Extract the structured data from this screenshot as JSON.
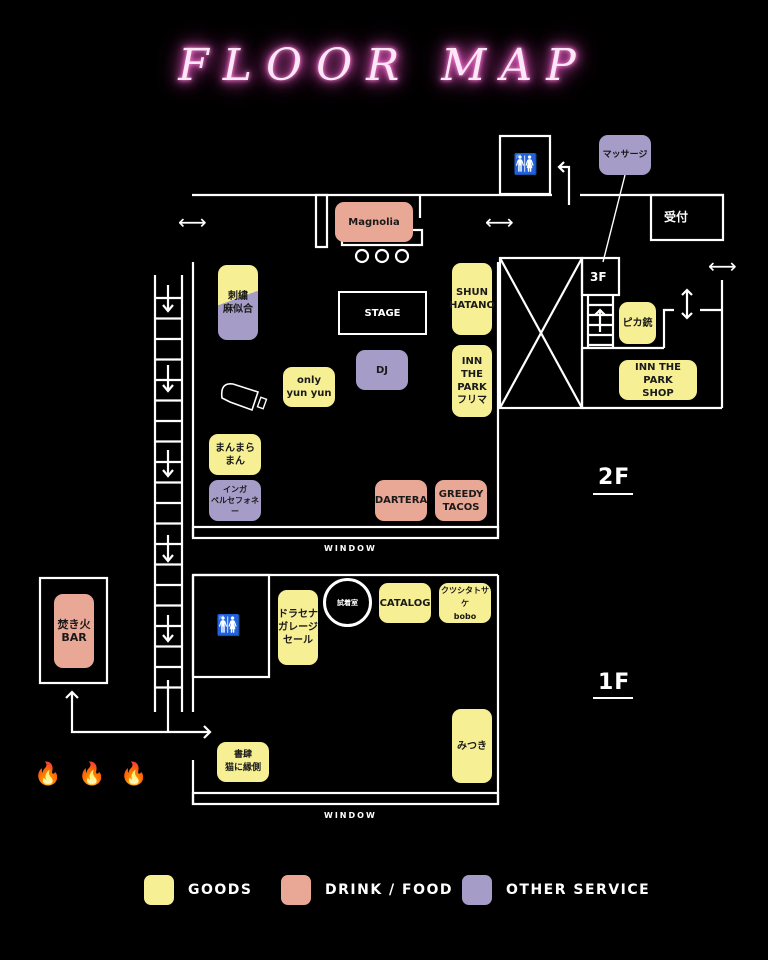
{
  "title": "FLOOR MAP",
  "floors": {
    "f2": "2F",
    "f1": "1F",
    "f3": "3F"
  },
  "labels": {
    "window_2f": "WINDOW",
    "window_1f": "WINDOW",
    "stage": "STAGE",
    "fitting_room": "試着室",
    "reception": "受付"
  },
  "booths_2f": [
    {
      "id": "magnolia",
      "name": "Magnolia",
      "category": "drink_food"
    },
    {
      "id": "shishu",
      "name": "刺繍\n麻似合",
      "category": "goods_and_other_service"
    },
    {
      "id": "shun",
      "name": "SHUN\nHATANO",
      "category": "goods"
    },
    {
      "id": "innpark_flea",
      "name": "INN\nTHE\nPARK\nフリマ",
      "category": "goods"
    },
    {
      "id": "dj",
      "name": "DJ",
      "category": "other_service"
    },
    {
      "id": "only",
      "name": "only\nyun yun",
      "category": "goods"
    },
    {
      "id": "manmara",
      "name": "まんまら\nまん",
      "category": "goods"
    },
    {
      "id": "inga",
      "name": "インガ\nペルセフォネー",
      "category": "other_service"
    },
    {
      "id": "dartera",
      "name": "DARTERA",
      "category": "drink_food"
    },
    {
      "id": "greedy",
      "name": "GREEDY\nTACOS",
      "category": "drink_food"
    },
    {
      "id": "massage",
      "name": "マッサージ",
      "category": "other_service"
    },
    {
      "id": "pika",
      "name": "ピカ銃",
      "category": "goods"
    },
    {
      "id": "innshop",
      "name": "INN THE PARK\nSHOP",
      "category": "goods"
    }
  ],
  "booths_1f": [
    {
      "id": "dorasena",
      "name": "ドラセナ\nガレージ\nセール",
      "category": "goods"
    },
    {
      "id": "catalog",
      "name": "CATALOG",
      "category": "goods"
    },
    {
      "id": "kutsushita",
      "name": "クツシタトサケ\nbobo",
      "category": "goods"
    },
    {
      "id": "mitsuki",
      "name": "みつき",
      "category": "goods"
    },
    {
      "id": "shoshi",
      "name": "書肆\n猫に縁側",
      "category": "goods"
    },
    {
      "id": "takibi",
      "name": "焚き火\nBAR",
      "category": "drink_food"
    }
  ],
  "legend": [
    {
      "label": "GOODS",
      "color": "#f7ef93"
    },
    {
      "label": "DRINK / FOOD",
      "color": "#e9a795"
    },
    {
      "label": "OTHER SERVICE",
      "color": "#a69cc8"
    }
  ],
  "icons": [
    "restroom-icon",
    "piano-icon",
    "campfire-icon",
    "double-arrow-icon",
    "up-arrow-icon",
    "down-arrow-icon",
    "turn-arrow-icon"
  ],
  "colors": {
    "background": "#000000",
    "neon_pink": "#ff5fcf",
    "goods": "#f7ef93",
    "drink_food": "#e9a795",
    "other_service": "#a69cc8"
  }
}
